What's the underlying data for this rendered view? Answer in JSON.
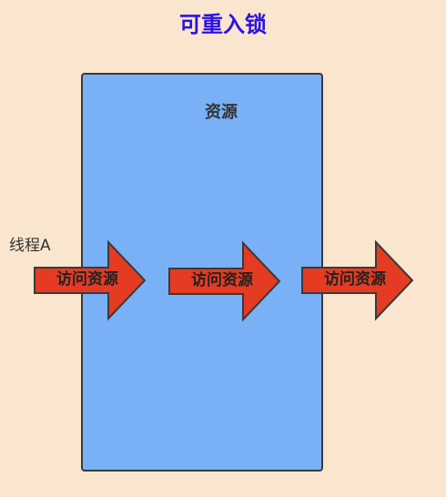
{
  "title": "可重入锁",
  "resource": {
    "label": "资源"
  },
  "thread": {
    "label": "线程A"
  },
  "arrows": [
    {
      "label": "访问资源"
    },
    {
      "label": "访问资源"
    },
    {
      "label": "访问资源"
    }
  ],
  "colors": {
    "background": "#fae5cf",
    "title": "#2a12e0",
    "resource_fill": "#7ab0f5",
    "arrow_fill": "#e43b22",
    "outline": "#3a3a3a"
  }
}
